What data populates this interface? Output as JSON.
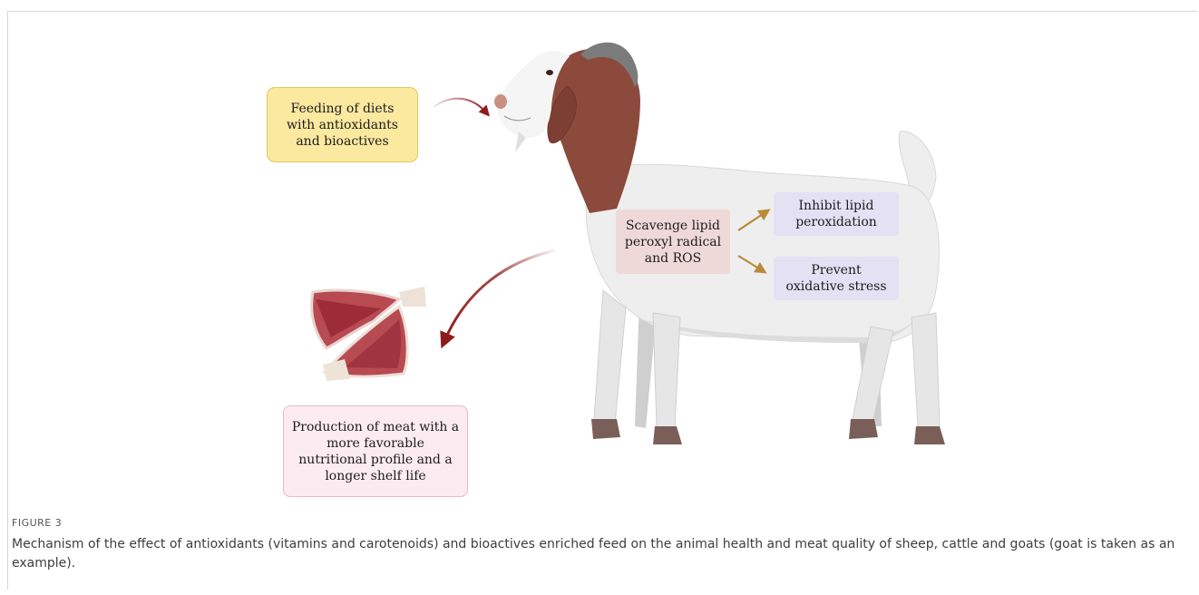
{
  "boxes": {
    "feeding": "Feeding of diets with antioxidants and bioactives",
    "scavenge": "Scavenge lipid peroxyl radical and ROS",
    "inhibit": "Inhibit lipid peroxidation",
    "prevent": "Prevent oxidative stress",
    "production": "Production of meat with a more favorable nutritional profile and a longer shelf life"
  },
  "caption": {
    "label": "FIGURE 3",
    "text": "Mechanism of the effect of antioxidants (vitamins and carotenoids) and bioactives enriched feed on the animal health and meat quality of sheep, cattle and goats (goat is taken as an example)."
  },
  "illustrations": [
    "goat",
    "meat-cuts"
  ],
  "colors": {
    "feeding_box": "#fbe9a0",
    "scavenge_box": "#efd9d8",
    "effect_boxes": "#e3e1f3",
    "production_box": "#fdebf2",
    "red_arrows": "#8e1c1c",
    "gold_arrows": "#b88a3a",
    "goat_head": "#8b4a3c",
    "goat_body": "#eeeeee"
  }
}
